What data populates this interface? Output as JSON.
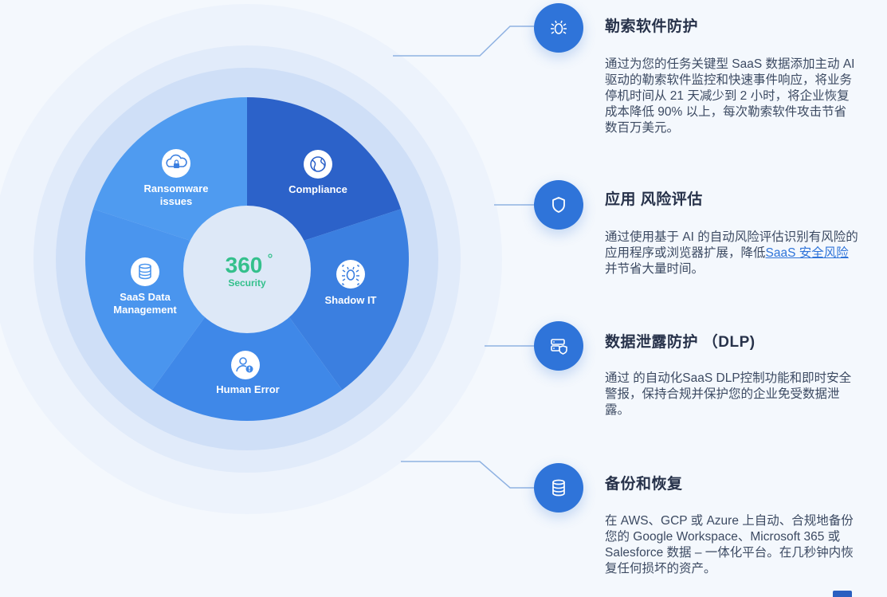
{
  "center": {
    "number": "360",
    "label": "Security"
  },
  "segments": [
    {
      "label_lines": [
        "Ransomware",
        "issues"
      ],
      "icon": "cloud-lock-icon",
      "color": "#4f9bf0"
    },
    {
      "label_lines": [
        "Compliance"
      ],
      "icon": "compliance-globe-icon",
      "color": "#2c62c9"
    },
    {
      "label_lines": [
        "Shadow IT"
      ],
      "icon": "bug-icon",
      "color": "#3b7fe0"
    },
    {
      "label_lines": [
        "Human Error"
      ],
      "icon": "user-alert-icon",
      "color": "#3f88e8"
    },
    {
      "label_lines": [
        "SaaS Data",
        "Management"
      ],
      "icon": "database-icon",
      "color": "#4a95ee"
    }
  ],
  "colors": {
    "accent": "#2f74d9",
    "center_text": "#34c08c",
    "title": "#27324a",
    "body": "#3c4a62"
  },
  "features": [
    {
      "title": "勒索软件防护",
      "icon": "bug-icon",
      "description": "通过为您的任务关键型 SaaS 数据添加主动 AI 驱动的勒索软件监控和快速事件响应，将业务停机时间从 21 天减少到 2 小时，将企业恢复成本降低 90% 以上，每次勒索软件攻击节省数百万美元。"
    },
    {
      "title": "应用 风险评估",
      "icon": "shield-icon",
      "description": "通过使用基于 AI 的自动风险评估识别有风险的应用程序或浏览器扩展，降低",
      "link": "SaaS 安全风险",
      "description_after": "并节省大量时间。"
    },
    {
      "title": "数据泄露防护 （DLP)",
      "icon": "server-shield-icon",
      "description": "通过      的自动化SaaS DLP控制功能和即时安全警报，保持合规并保护您的企业免受数据泄露。"
    },
    {
      "title": "备份和恢复",
      "icon": "database-icon",
      "description": "在 AWS、GCP 或 Azure 上自动、合规地备份您的 Google Workspace、Microsoft 365 或 Salesforce 数据 – 一体化平台。在几秒钟内恢复任何损坏的资产。"
    }
  ]
}
